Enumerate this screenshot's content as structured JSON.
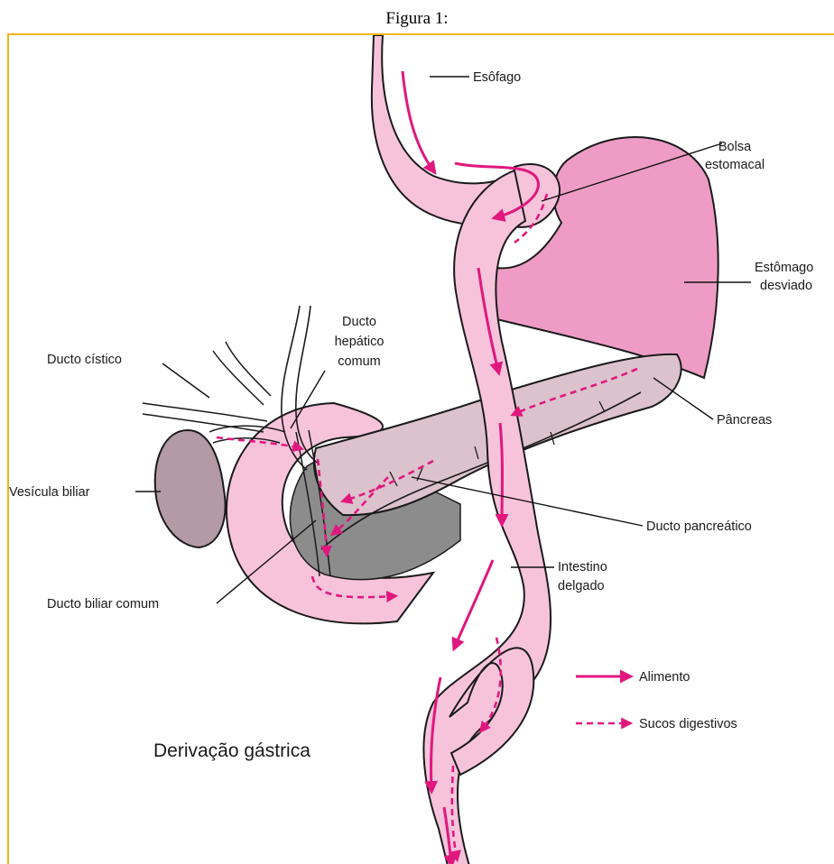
{
  "figure": {
    "caption": "Figura 1:",
    "title": "Derivação gástrica"
  },
  "colors": {
    "frame": "#f2b316",
    "stomach": "#ee9cc6",
    "intestine": "#f7c3db",
    "pancreas": "#dcc2cc",
    "duodenum_shadow": "#8c8c8c",
    "gallbladder": "#b39aa4",
    "arrow": "#e0187e"
  },
  "labels": {
    "esofago": "Esôfago",
    "bolsa_1": "Bolsa",
    "bolsa_2": "estomacal",
    "estomago_1": "Estômago",
    "estomago_2": "desviado",
    "ducto_hepatico_1": "Ducto",
    "ducto_hepatico_2": "hepático",
    "ducto_hepatico_3": "comum",
    "ducto_cistico": "Ducto cístico",
    "pancreas": "Pâncreas",
    "vesicula": "Vesícula biliar",
    "ducto_pancreatico": "Ducto pancreático",
    "intestino_1": "Intestino",
    "intestino_2": "delgado",
    "ducto_biliar": "Ducto biliar comum"
  },
  "legend": {
    "food_label": "Alimento",
    "juice_label": "Sucos digestivos"
  }
}
